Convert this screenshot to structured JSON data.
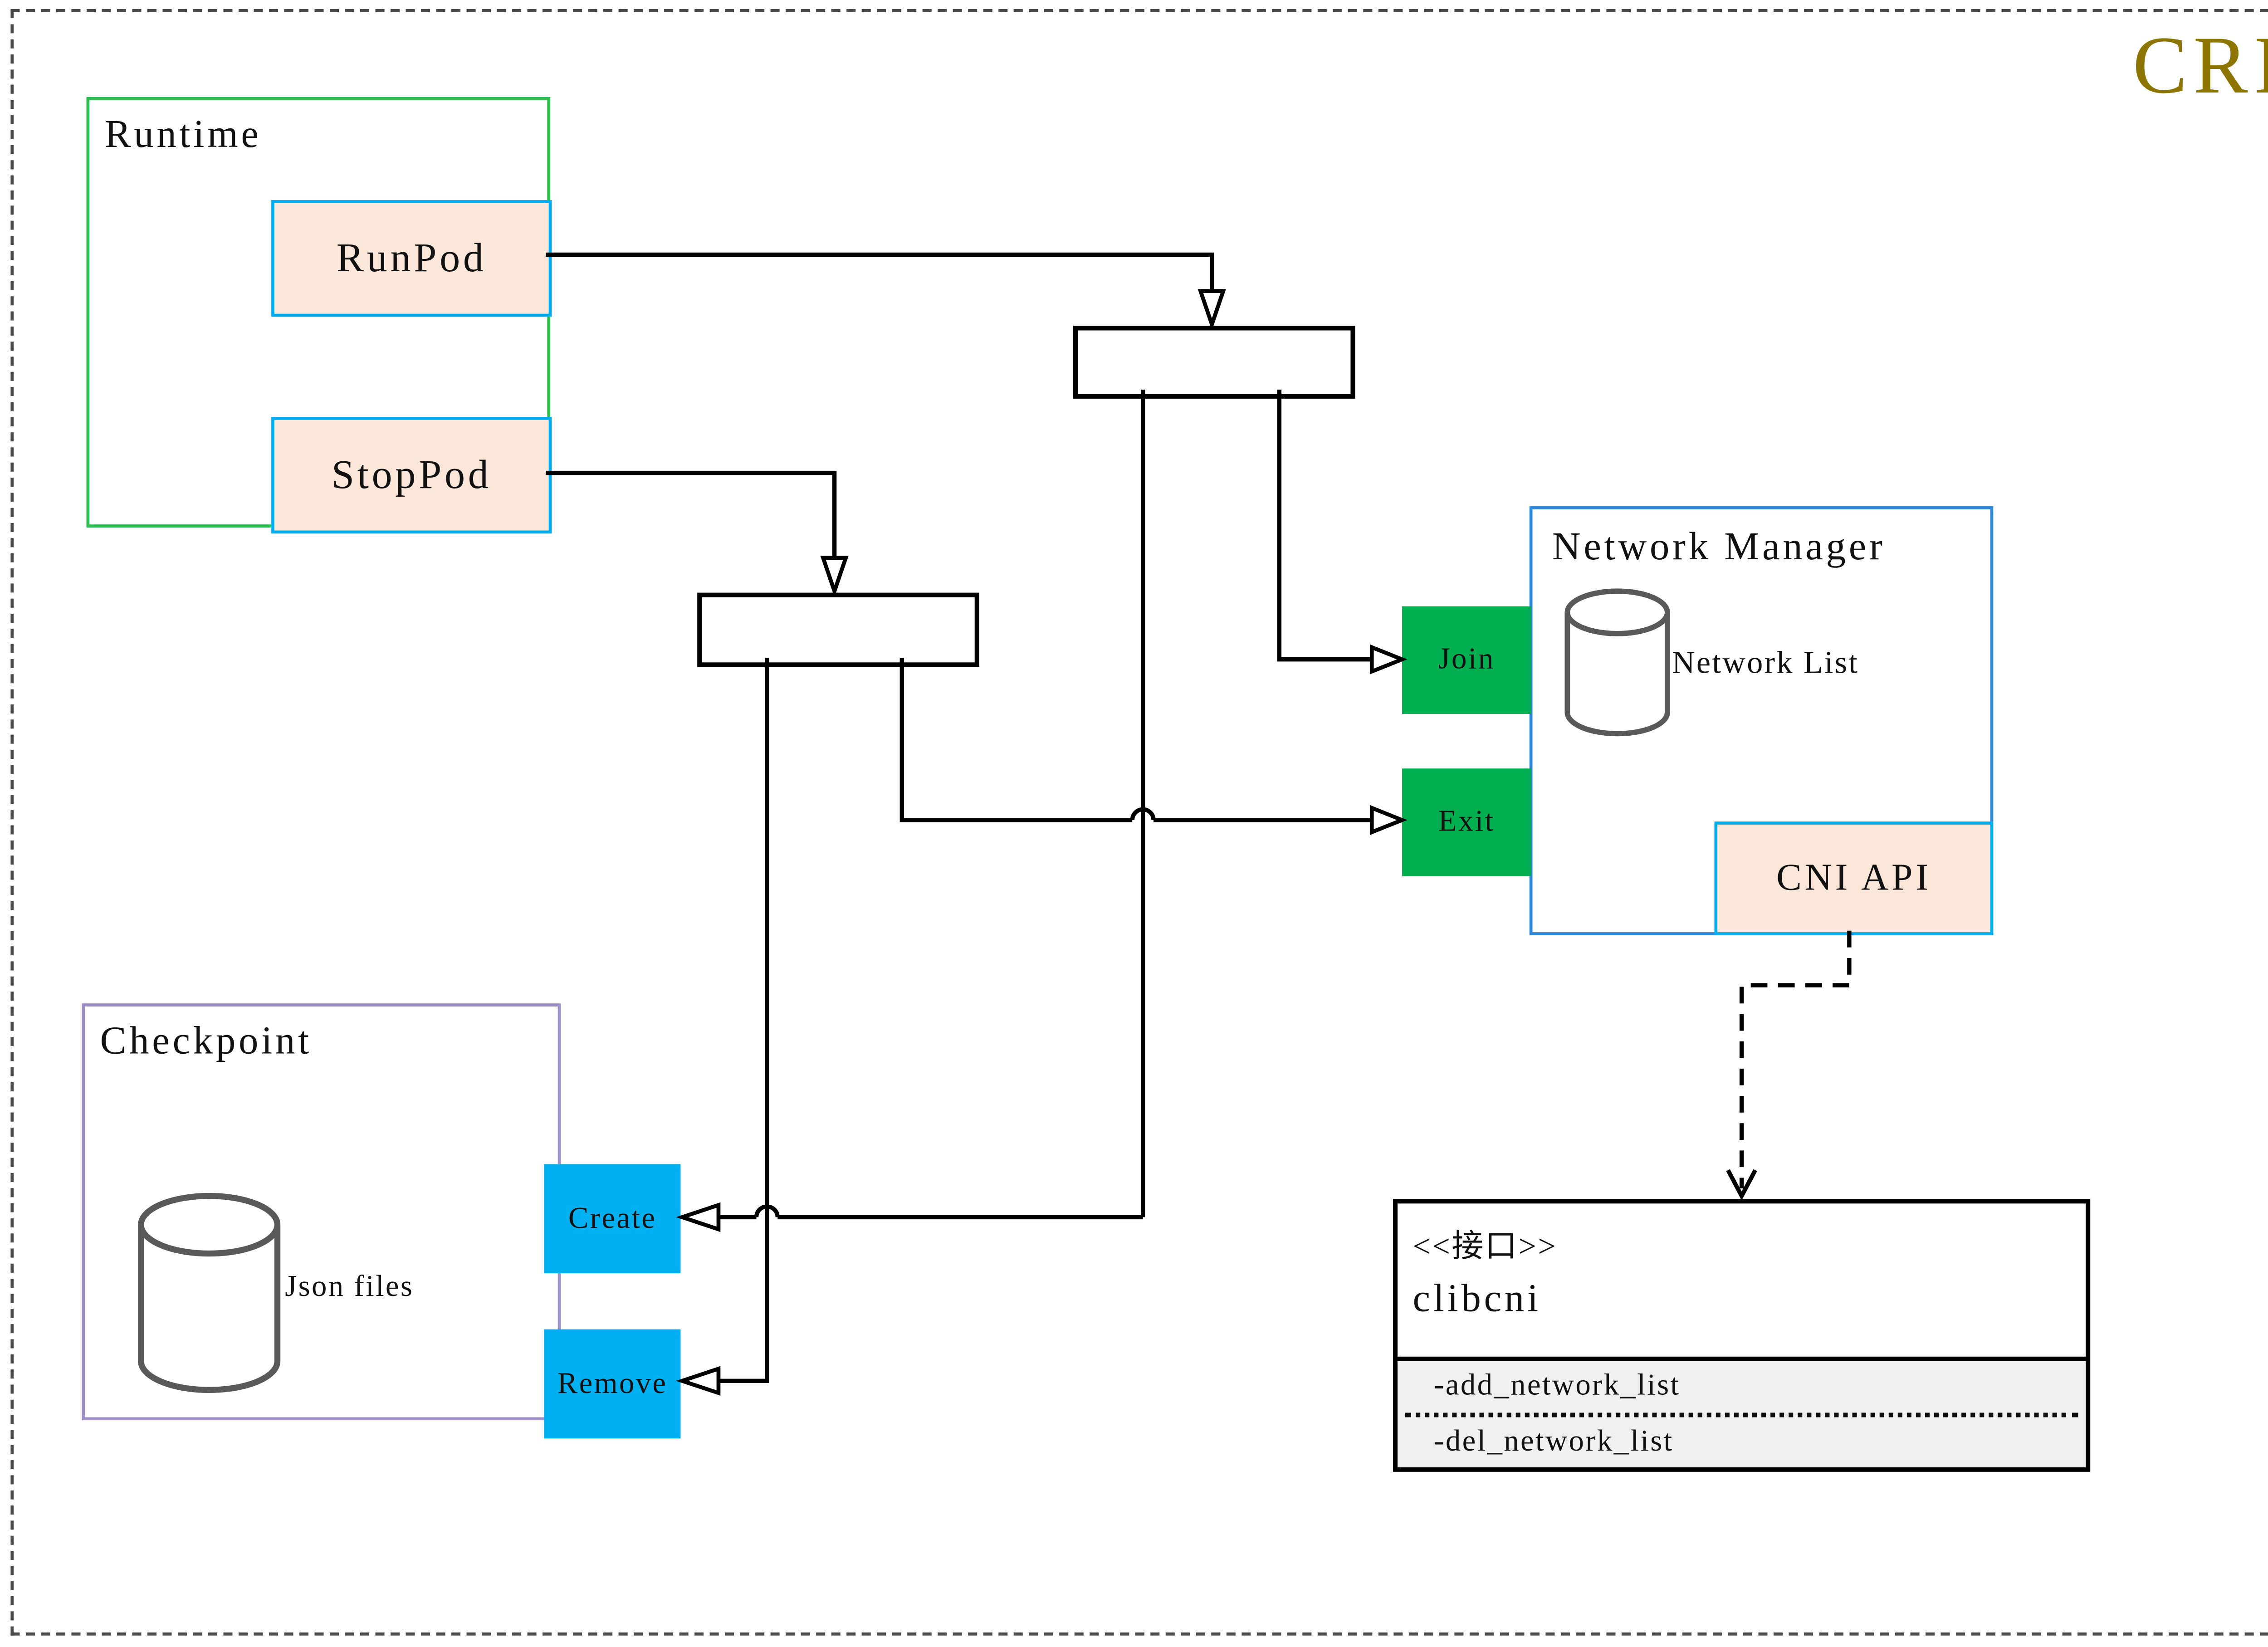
{
  "badge": {
    "label": "CRI",
    "color": "#8C7500"
  },
  "runtime": {
    "title": "Runtime",
    "run_pod": "RunPod",
    "stop_pod": "StopPod"
  },
  "network_manager": {
    "title": "Network Manager",
    "network_list": "Network List",
    "join": "Join",
    "exit": "Exit",
    "cni_api": "CNI API"
  },
  "checkpoint": {
    "title": "Checkpoint",
    "json_files": "Json files",
    "create": "Create",
    "remove": "Remove"
  },
  "interface_class": {
    "stereotype": "<<接口>>",
    "name": "clibcni",
    "methods": [
      "-add_network_list",
      "-del_network_list"
    ]
  },
  "colors": {
    "green_button": "#00B050",
    "blue_button": "#00B0F0",
    "peach_fill": "#FBE7D9",
    "cyan_border": "#00AEEF",
    "runtime_border": "#2DBE4F",
    "network_manager_border": "#2E86D6",
    "checkpoint_border": "#9D8EC6",
    "interface_section_fill": "#F0F0F0",
    "cylinder_stroke": "#595959",
    "badge_gold": "#8C7500",
    "connector": "#000000"
  }
}
